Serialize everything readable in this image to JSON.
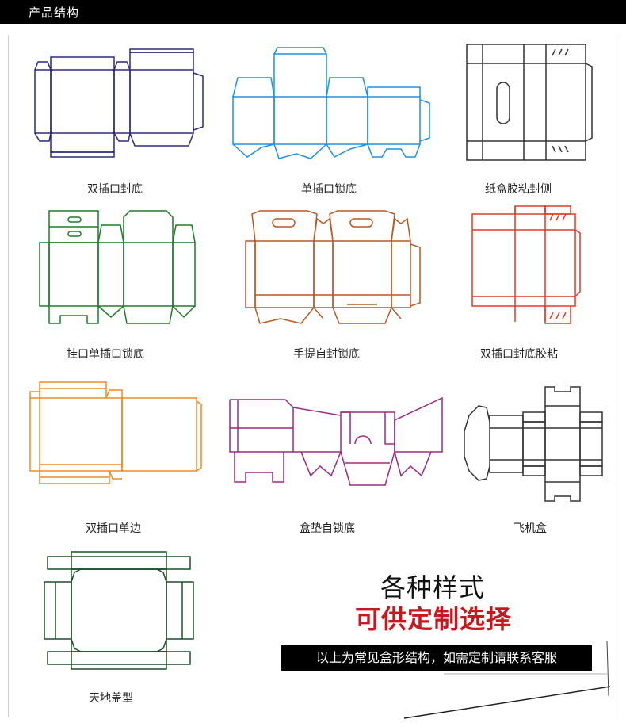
{
  "header": {
    "title": "产品结构"
  },
  "colors": {
    "navy": "#2c2a7c",
    "blue": "#1e90e0",
    "black": "#333333",
    "green": "#1f7a2a",
    "brown": "#b35a25",
    "red": "#e03a2a",
    "orange": "#f08a24",
    "purple": "#9a2a84",
    "gray": "#333333",
    "darkgreen": "#1f4d2a",
    "slogan_red": "#c8171e"
  },
  "captions": [
    {
      "label": "双插口封底"
    },
    {
      "label": "单插口锁底"
    },
    {
      "label": "纸盒胶粘封侧"
    },
    {
      "label": "挂口单插口锁底"
    },
    {
      "label": "手提自封锁底"
    },
    {
      "label": "双插口封底胶粘"
    },
    {
      "label": "双插口单边"
    },
    {
      "label": "盒垫自锁底"
    },
    {
      "label": "飞机盒"
    },
    {
      "label": "天地盖型"
    }
  ],
  "slogan": {
    "line1": "各种样式",
    "line2": "可供定制选择"
  },
  "notice": "以上为常见盒形结构，如需定制请联系客服"
}
